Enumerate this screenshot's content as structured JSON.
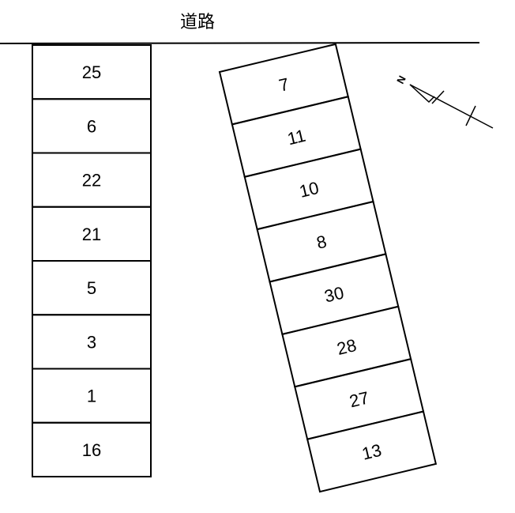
{
  "road_label": "道路",
  "compass_label": "N",
  "left_column": [
    "25",
    "6",
    "22",
    "21",
    "5",
    "3",
    "1",
    "16"
  ],
  "right_column": [
    "7",
    "11",
    "10",
    "8",
    "30",
    "28",
    "27",
    "13"
  ]
}
